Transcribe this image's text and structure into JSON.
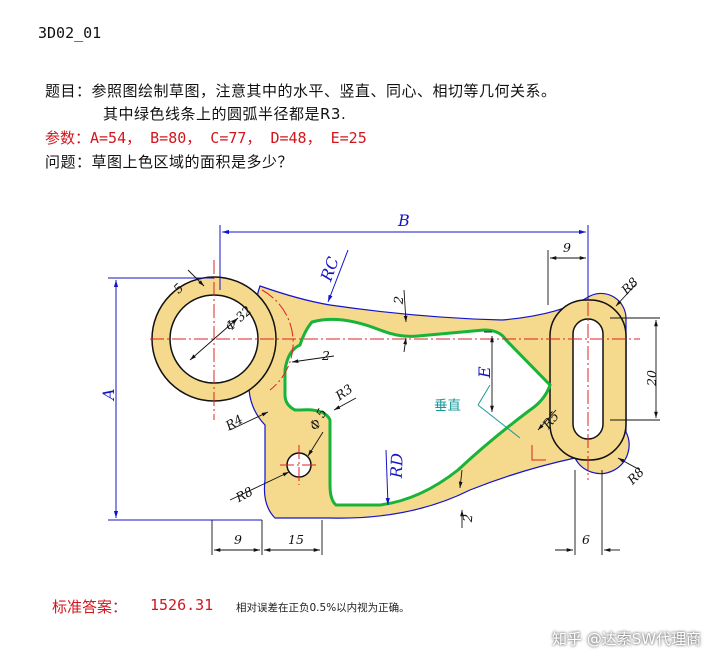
{
  "header": {
    "code": "3D02_01"
  },
  "question": {
    "line1": "题目：参照图绘制草图，注意其中的水平、竖直、同心、相切等几何关系。",
    "line2": "其中绿色线条上的圆弧半径都是R3.",
    "params": "参数：A=54，  B=80，   C=77，   D=48，   E=25",
    "line4": "问题：草图上色区域的面积是多少？"
  },
  "drawing": {
    "labels": {
      "B": "B",
      "RC": "RC",
      "A": "A",
      "RD": "RD",
      "E": "E",
      "phi32": "Φ 32",
      "phi5": "Φ 5",
      "r5_left": "5",
      "two_a": "2",
      "two_b": "2",
      "two_c": "2",
      "R3": "R3",
      "R4": "R4",
      "R8_left": "R8",
      "nine_top": "9",
      "R8_top": "R8",
      "twenty": "20",
      "R5": "R5",
      "R8_bottom": "R8",
      "nine_bottom": "9",
      "fifteen": "15",
      "six": "6",
      "vertical_note": "垂直"
    },
    "colors": {
      "fill": "#f5d98c",
      "green": "#18b43a",
      "blue": "#1414c8",
      "red": "#e02020",
      "teal": "#1a9a9a"
    }
  },
  "answer": {
    "label": "标准答案：",
    "value": "1526.31",
    "note": "相对误差在正负0.5%以内视为正确。"
  },
  "watermark": "知乎 @达索SW代理商"
}
